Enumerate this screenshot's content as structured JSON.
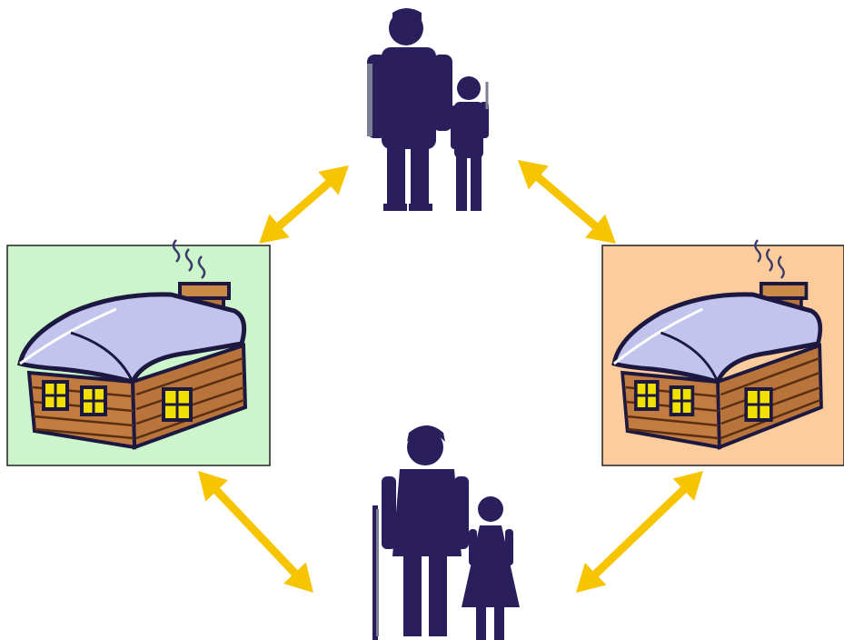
{
  "colors": {
    "background": "#ffffff",
    "figure": "#2a1f5c",
    "figure_shade": "#7a7f95",
    "arrow": "#f7c400",
    "house_left_bg": "#ccf5cc",
    "house_right_bg": "#fccc9c",
    "frame_border": "#222222",
    "wood": "#b8743a",
    "wood_dark": "#5a2e10",
    "roof_snow": "#c2c4ee",
    "roof_edge": "#1c1840",
    "window": "#f2e000",
    "smoke": "#3a3a6a"
  },
  "nodes": [
    {
      "id": "man-with-boy",
      "kind": "person-pair",
      "icon": "man-and-boy-icon"
    },
    {
      "id": "woman-with-girl",
      "kind": "person-pair",
      "icon": "woman-and-girl-icon"
    },
    {
      "id": "house-left",
      "kind": "house",
      "icon": "log-cabin-icon",
      "background": "green"
    },
    {
      "id": "house-right",
      "kind": "house",
      "icon": "log-cabin-icon",
      "background": "peach"
    }
  ],
  "connections": [
    {
      "from": "house-left",
      "to": "man-with-boy",
      "bidirectional": true
    },
    {
      "from": "man-with-boy",
      "to": "house-right",
      "bidirectional": true
    },
    {
      "from": "house-left",
      "to": "woman-with-girl",
      "bidirectional": true
    },
    {
      "from": "house-right",
      "to": "woman-with-girl",
      "bidirectional": true
    }
  ]
}
